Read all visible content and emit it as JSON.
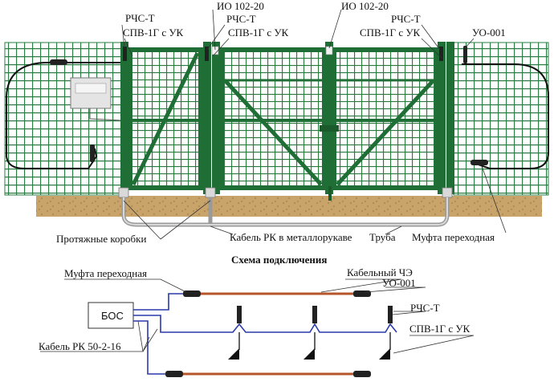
{
  "labels": {
    "rchs_t_left": "РЧС-Т",
    "spv_left": "СПВ-1Г с УК",
    "io_left": "ИО 102-20",
    "rchs_t_mid": "РЧС-Т",
    "spv_mid": "СПВ-1Г с УК",
    "io_right": "ИО 102-20",
    "rchs_t_right": "РЧС-Т",
    "spv_right": "СПВ-1Г с УК",
    "uo_top": "УО-001",
    "junction_boxes": "Протяжные коробки",
    "cable_conduit": "Кабель РК в металлорукаве",
    "pipe": "Труба",
    "coupling_top": "Муфта переходная",
    "scheme_title": "Схема подключения",
    "coupling_bottom": "Муфта переходная",
    "sensing_cable": "Кабельный ЧЭ",
    "uo_bottom": "УО-001",
    "bos": "БОС",
    "rchs_t_bottom": "РЧС-Т",
    "spv_bottom": "СПВ-1Г с УК",
    "rk_cable": "Кабель РК 50-2-16"
  },
  "colors": {
    "fence_green": "#2e7d46",
    "frame_green": "#1f6e35",
    "ground": "#c9a46a",
    "cable_orange": "#b5562a",
    "wire_blue": "#2a3aa8"
  }
}
